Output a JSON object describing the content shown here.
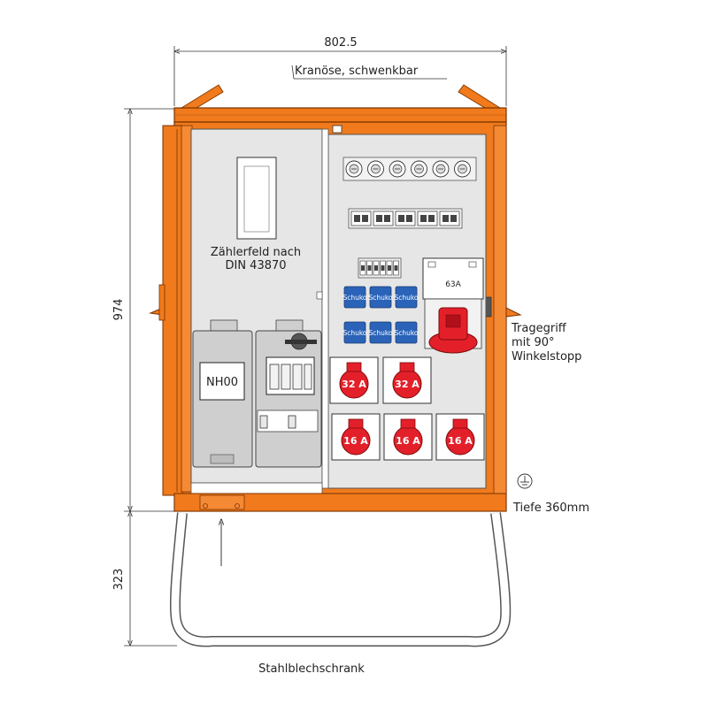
{
  "dimensions": {
    "width": "802.5",
    "height_cabinet": "974",
    "height_stand": "323",
    "depth": "Tiefe 360mm"
  },
  "labels": {
    "crane_eye": "Kranöse, schwenkbar",
    "handle_line1": "Tragegriff",
    "handle_line2": "mit 90°",
    "handle_line3": "Winkelstopp",
    "meter_field_line1": "Zählerfeld nach",
    "meter_field_line2": "DIN 43870",
    "fuse": "NH00",
    "main_socket": "63A",
    "caption": "Stahlblechschrank"
  },
  "sockets": {
    "schuko_label": "Schuko",
    "cee_32": "32 A",
    "cee_16": "16 A"
  },
  "colors": {
    "frame_orange": "#f07a1c",
    "panel_grey": "#e6e6e6",
    "socket_red": "#e3202a",
    "schuko_blue": "#2a63b8"
  }
}
